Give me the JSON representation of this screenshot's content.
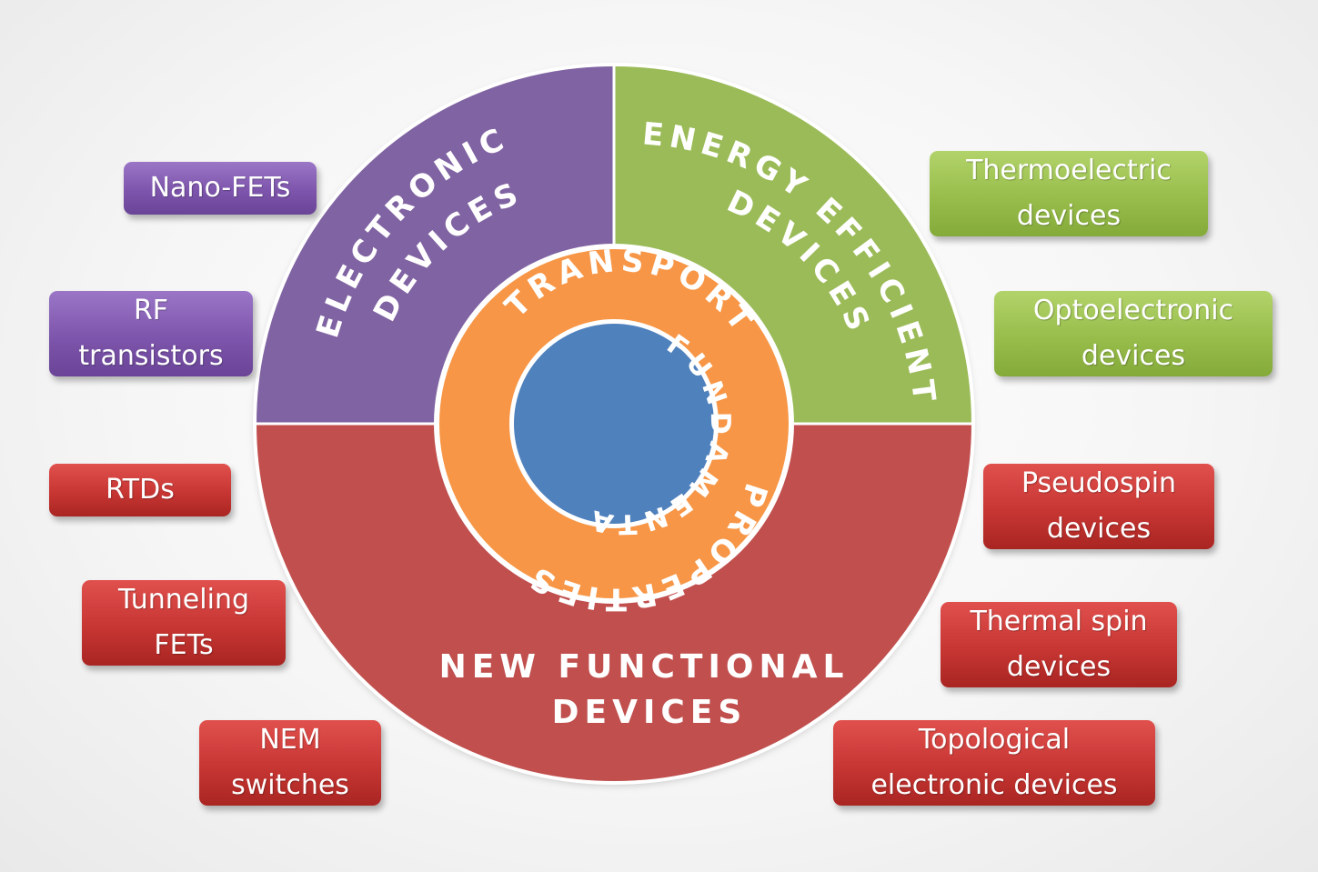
{
  "quadrants": {
    "electronic": {
      "lines": [
        "ELECTRONIC",
        "DEVICES"
      ],
      "color": "#8064a2"
    },
    "energy": {
      "lines": [
        "ENERGY EFFICIENT",
        "DEVICES"
      ],
      "color": "#9bbb59"
    },
    "functional": {
      "lines": [
        "NEW FUNCTIONAL",
        "DEVICES"
      ],
      "color": "#c0504d"
    }
  },
  "middle_ring": {
    "lines": [
      "TRANSPORT",
      "PROPERTIES"
    ],
    "color": "#f79646"
  },
  "center": {
    "label": "FUNDAMENTALS",
    "color": "#4f81bd"
  },
  "left_tags": [
    {
      "lines": [
        "Nano-FETs"
      ],
      "color": "purple"
    },
    {
      "lines": [
        "RF",
        "transistors"
      ],
      "color": "purple"
    },
    {
      "lines": [
        "RTDs"
      ],
      "color": "red"
    },
    {
      "lines": [
        "Tunneling",
        "FETs"
      ],
      "color": "red"
    },
    {
      "lines": [
        "NEM",
        "switches"
      ],
      "color": "red"
    }
  ],
  "right_tags": [
    {
      "lines": [
        "Thermoelectric",
        "devices"
      ],
      "color": "green"
    },
    {
      "lines": [
        "Optoelectronic",
        "devices"
      ],
      "color": "green"
    },
    {
      "lines": [
        "Pseudospin",
        "devices"
      ],
      "color": "red"
    },
    {
      "lines": [
        "Thermal spin",
        "devices"
      ],
      "color": "red"
    },
    {
      "lines": [
        "Topological",
        "electronic devices"
      ],
      "color": "red"
    }
  ]
}
